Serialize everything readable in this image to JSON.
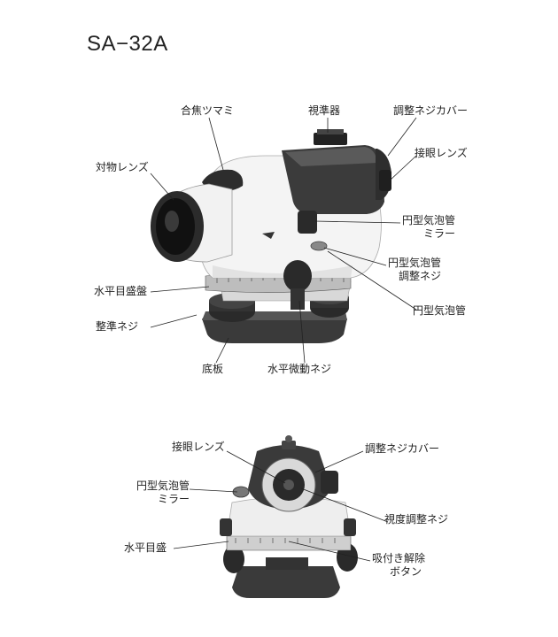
{
  "title": "SA−32A",
  "top_labels": {
    "focus_knob": "合焦ツマミ",
    "sight": "視準器",
    "adjust_cover": "調整ネジカバー",
    "eyepiece": "接眼レンズ",
    "objective": "対物レンズ",
    "bubble_mirror_1": "円型気泡管",
    "bubble_mirror_2": "ミラー",
    "bubble_screw_1": "円型気泡管",
    "bubble_screw_2": "調整ネジ",
    "horizontal_circle": "水平目盛盤",
    "circular_bubble": "円型気泡管",
    "leveling_screw": "整準ネジ",
    "base_plate": "底板",
    "fine_motion": "水平微動ネジ"
  },
  "bottom_labels": {
    "eyepiece": "接眼レンズ",
    "adjust_cover": "調整ネジカバー",
    "bubble_mirror_1": "円型気泡管",
    "bubble_mirror_2": "ミラー",
    "diopter": "視度調整ネジ",
    "horizontal_scale": "水平目盛",
    "release_1": "吸付き解除",
    "release_2": "ボタン"
  }
}
